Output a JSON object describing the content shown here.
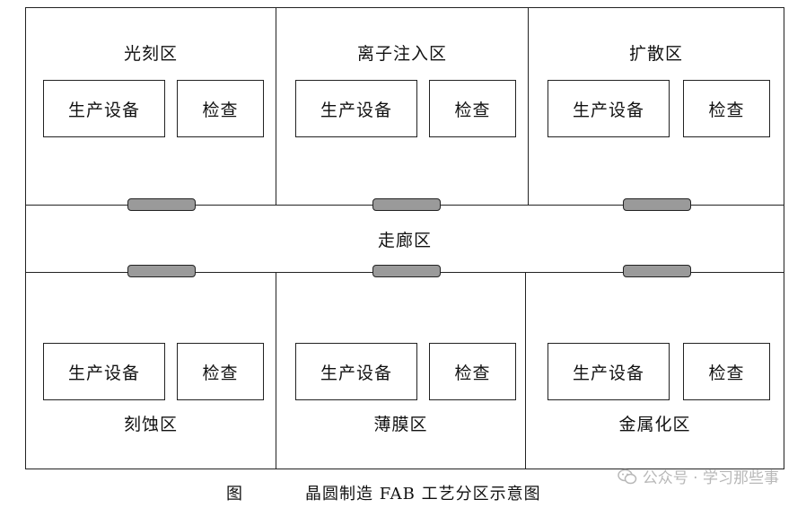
{
  "zones_top": [
    {
      "title": "光刻区",
      "equipment": "生产设备",
      "inspection": "检查"
    },
    {
      "title": "离子注入区",
      "equipment": "生产设备",
      "inspection": "检查"
    },
    {
      "title": "扩散区",
      "equipment": "生产设备",
      "inspection": "检查"
    }
  ],
  "corridor": {
    "label": "走廊区"
  },
  "zones_bottom": [
    {
      "title": "刻蚀区",
      "equipment": "生产设备",
      "inspection": "检查"
    },
    {
      "title": "薄膜区",
      "equipment": "生产设备",
      "inspection": "检查"
    },
    {
      "title": "金属化区",
      "equipment": "生产设备",
      "inspection": "检查"
    }
  ],
  "caption": {
    "figure_label": "图",
    "text": "晶圆制造 FAB 工艺分区示意图"
  },
  "watermark": {
    "text": "公众号 · 学习那些事",
    "icon": "wechat-icon"
  },
  "colors": {
    "line": "#222222",
    "door_fill": "#9a9a9a",
    "watermark": "#b8b8b8"
  }
}
